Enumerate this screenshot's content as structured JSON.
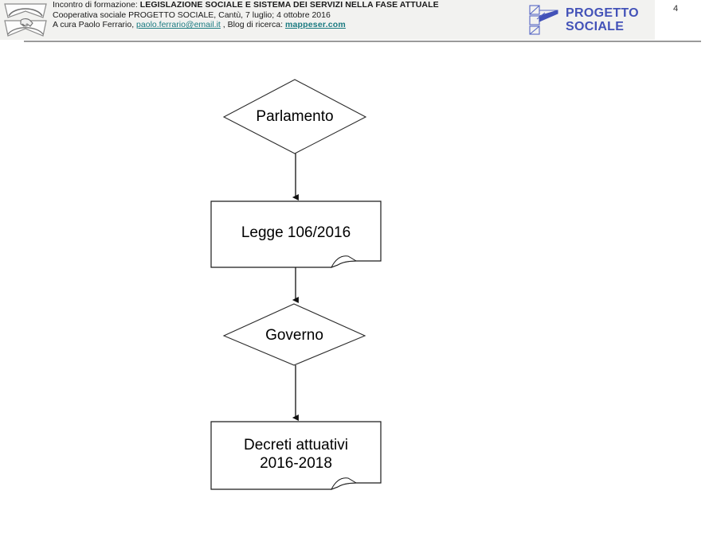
{
  "header": {
    "emblem_icon": "handshake-book-emblem-icon",
    "title_prefix": "Incontro di formazione: ",
    "title_main": "LEGISLAZIONE SOCIALE E SISTEMA DEI SERVIZI NELLA FASE ATTUALE",
    "line2": "Cooperativa sociale PROGETTO SOCIALE, Cantù, 7 luglio; 4 ottobre 2016",
    "line3_prefix": "A cura Paolo Ferrario, ",
    "email_link": "paolo.ferrario@email.it",
    "line3_middle": " , Blog di ricerca: ",
    "blog_link": "mappeser.com",
    "page_number": "4",
    "band_color": "#f2f2f0",
    "link_color": "#1a7a80",
    "rule_color": "#9a9a9a"
  },
  "logo": {
    "mark_icon": "progetto-sociale-geometric-logo-icon",
    "line1": "PROGETTO",
    "line2": "SOCIALE",
    "color": "#4352b8"
  },
  "flowchart": {
    "title": "",
    "stroke_color": "#1a1a1a",
    "fill_color": "#ffffff",
    "nodes": [
      {
        "id": "parlamento",
        "shape": "diamond",
        "label": "Parlamento",
        "label2": ""
      },
      {
        "id": "legge",
        "shape": "document",
        "label": "Legge 106/2016",
        "label2": ""
      },
      {
        "id": "governo",
        "shape": "diamond",
        "label": "Governo",
        "label2": ""
      },
      {
        "id": "decreti",
        "shape": "document",
        "label": "Decreti attuativi",
        "label2": "2016-2018"
      }
    ],
    "connectors": [
      {
        "from": "parlamento",
        "to": "legge",
        "type": "arrow-down"
      },
      {
        "from": "legge",
        "to": "governo",
        "type": "arrow-down"
      },
      {
        "from": "governo",
        "to": "decreti",
        "type": "arrow-down"
      }
    ]
  }
}
